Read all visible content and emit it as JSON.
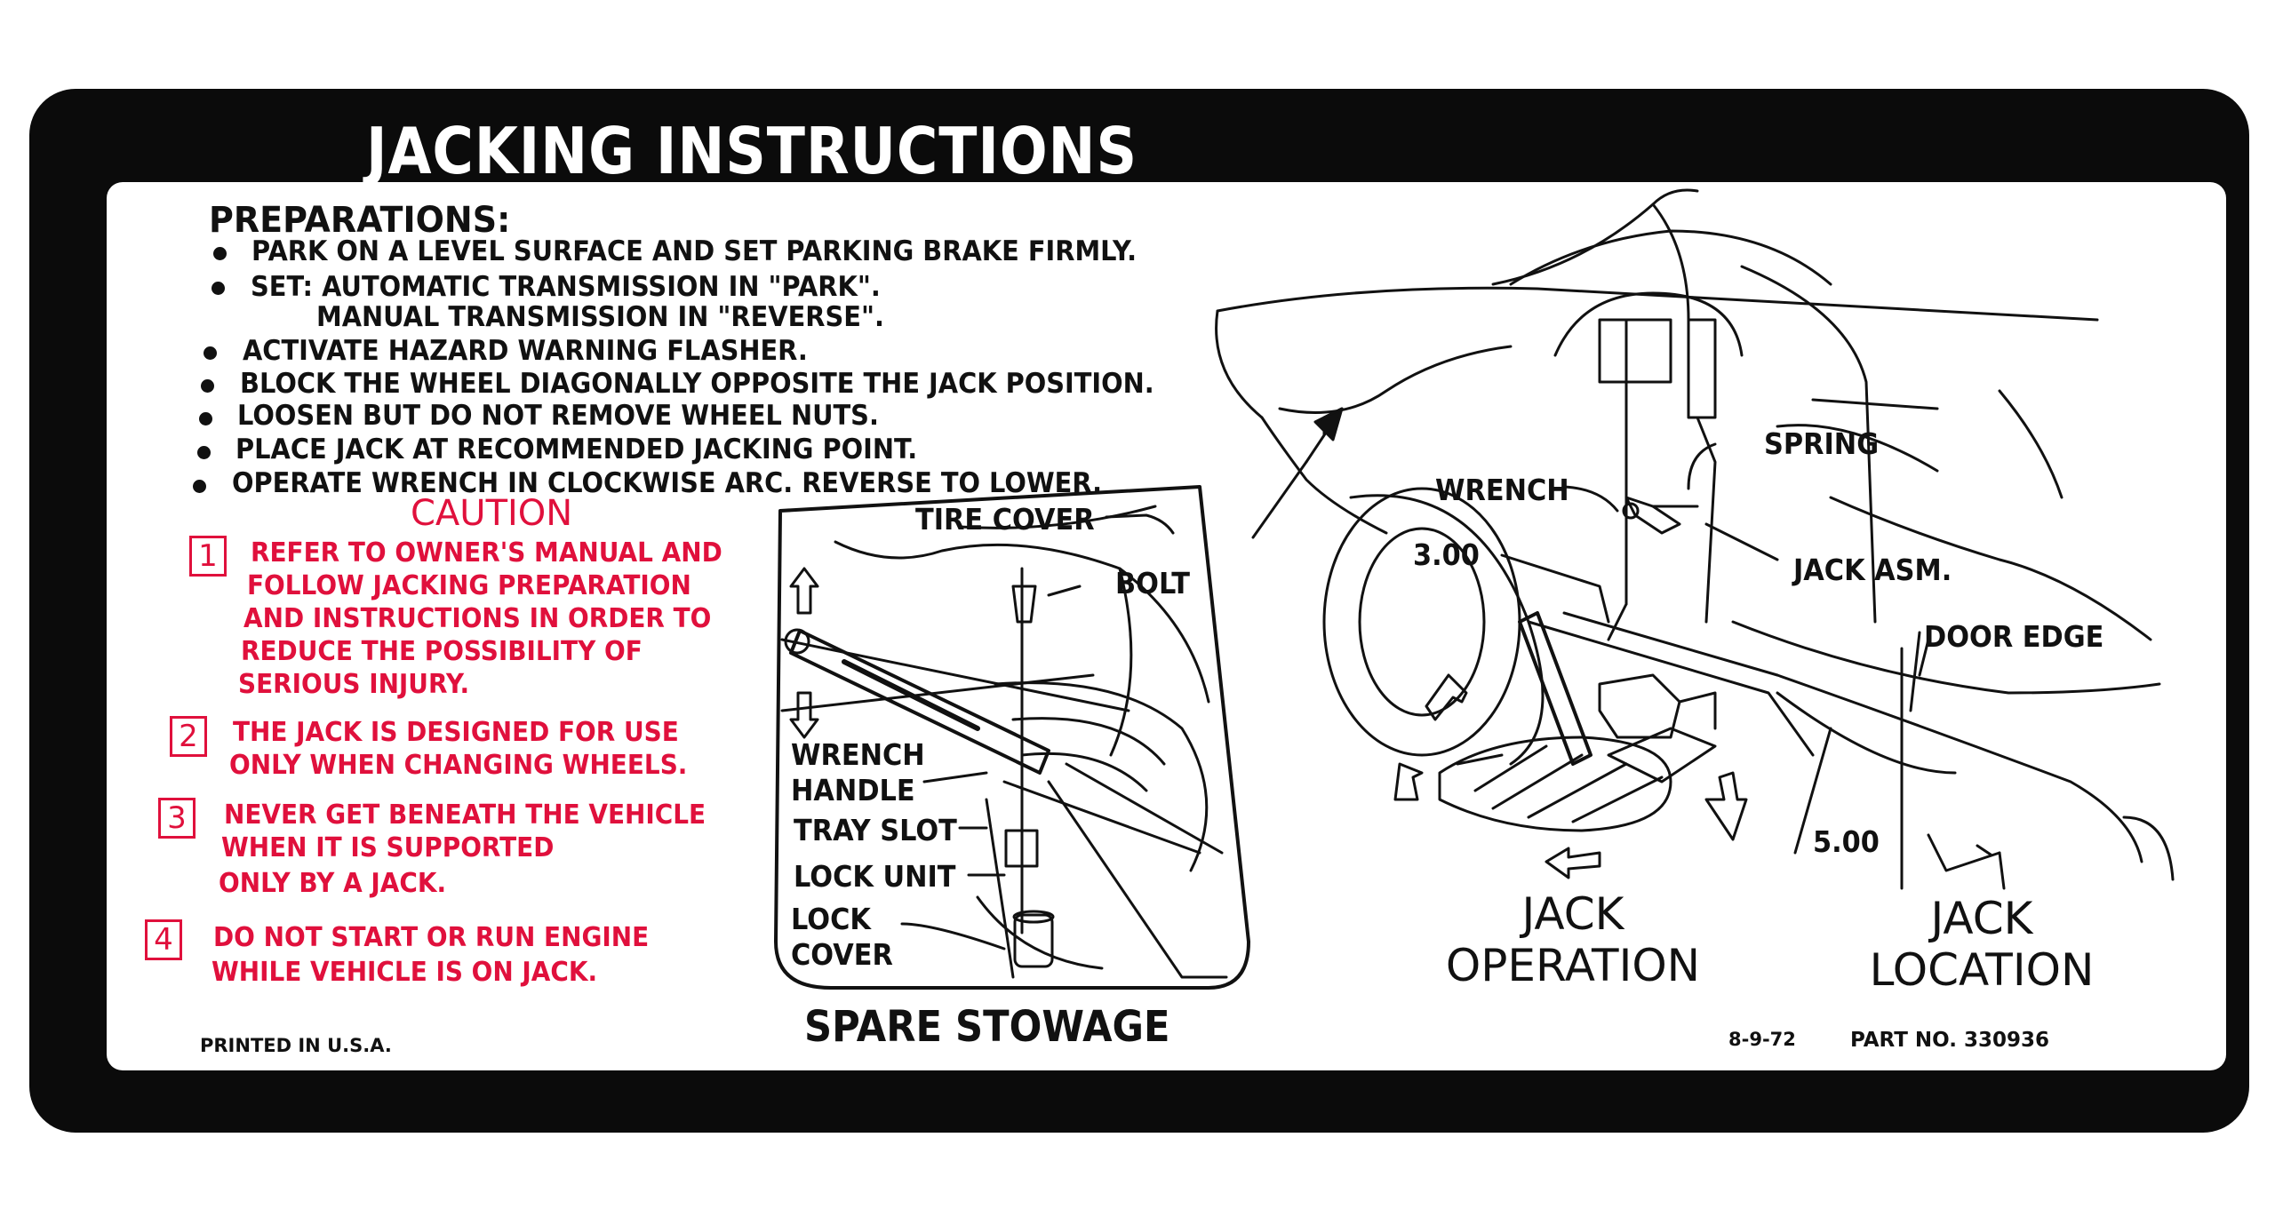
{
  "title": "JACKING INSTRUCTIONS",
  "preparations": {
    "heading": "PREPARATIONS:",
    "lines": [
      "PARK ON A LEVEL SURFACE AND SET PARKING BRAKE FIRMLY.",
      "SET: AUTOMATIC TRANSMISSION IN \"PARK\".",
      "MANUAL TRANSMISSION IN \"REVERSE\".",
      "ACTIVATE HAZARD WARNING FLASHER.",
      "BLOCK THE WHEEL DIAGONALLY OPPOSITE THE JACK POSITION.",
      "LOOSEN BUT DO NOT REMOVE WHEEL NUTS.",
      "PLACE JACK AT RECOMMENDED JACKING POINT.",
      "OPERATE WRENCH IN CLOCKWISE ARC. REVERSE TO LOWER."
    ]
  },
  "caution": {
    "heading": "CAUTION",
    "items": [
      {
        "num": "1",
        "lines": [
          "REFER TO OWNER'S MANUAL AND",
          "FOLLOW JACKING PREPARATION",
          "AND INSTRUCTIONS IN ORDER TO",
          "REDUCE THE POSSIBILITY OF",
          "SERIOUS INJURY."
        ]
      },
      {
        "num": "2",
        "lines": [
          "THE JACK IS DESIGNED FOR USE",
          "ONLY WHEN CHANGING WHEELS."
        ]
      },
      {
        "num": "3",
        "lines": [
          "NEVER GET BENEATH THE VEHICLE",
          "WHEN IT IS SUPPORTED",
          "ONLY BY A JACK."
        ]
      },
      {
        "num": "4",
        "lines": [
          "DO NOT START OR RUN ENGINE",
          "WHILE VEHICLE IS ON JACK."
        ]
      }
    ]
  },
  "spare_stowage": {
    "caption": "SPARE STOWAGE",
    "labels": {
      "tire_cover": "TIRE COVER",
      "bolt": "BOLT",
      "wrench_handle_1": "WRENCH",
      "wrench_handle_2": "HANDLE",
      "tray_slot": "TRAY SLOT",
      "lock_unit": "LOCK UNIT",
      "lock_cover_1": "LOCK",
      "lock_cover_2": "COVER"
    }
  },
  "jack_diagram": {
    "labels": {
      "spring": "SPRING",
      "wrench": "WRENCH",
      "dim_300": "3.00",
      "jack_asm": "JACK ASM.",
      "door_edge": "DOOR EDGE",
      "dim_500": "5.00"
    },
    "jack_operation_1": "JACK",
    "jack_operation_2": "OPERATION",
    "jack_location_1": "JACK",
    "jack_location_2": "LOCATION"
  },
  "footer": {
    "printed": "PRINTED IN U.S.A.",
    "date": "8-9-72",
    "part_no": "PART NO. 330936"
  },
  "colors": {
    "decal_black": "#0b0b0b",
    "caution_red": "#e0103c",
    "panel_white": "#ffffff"
  }
}
